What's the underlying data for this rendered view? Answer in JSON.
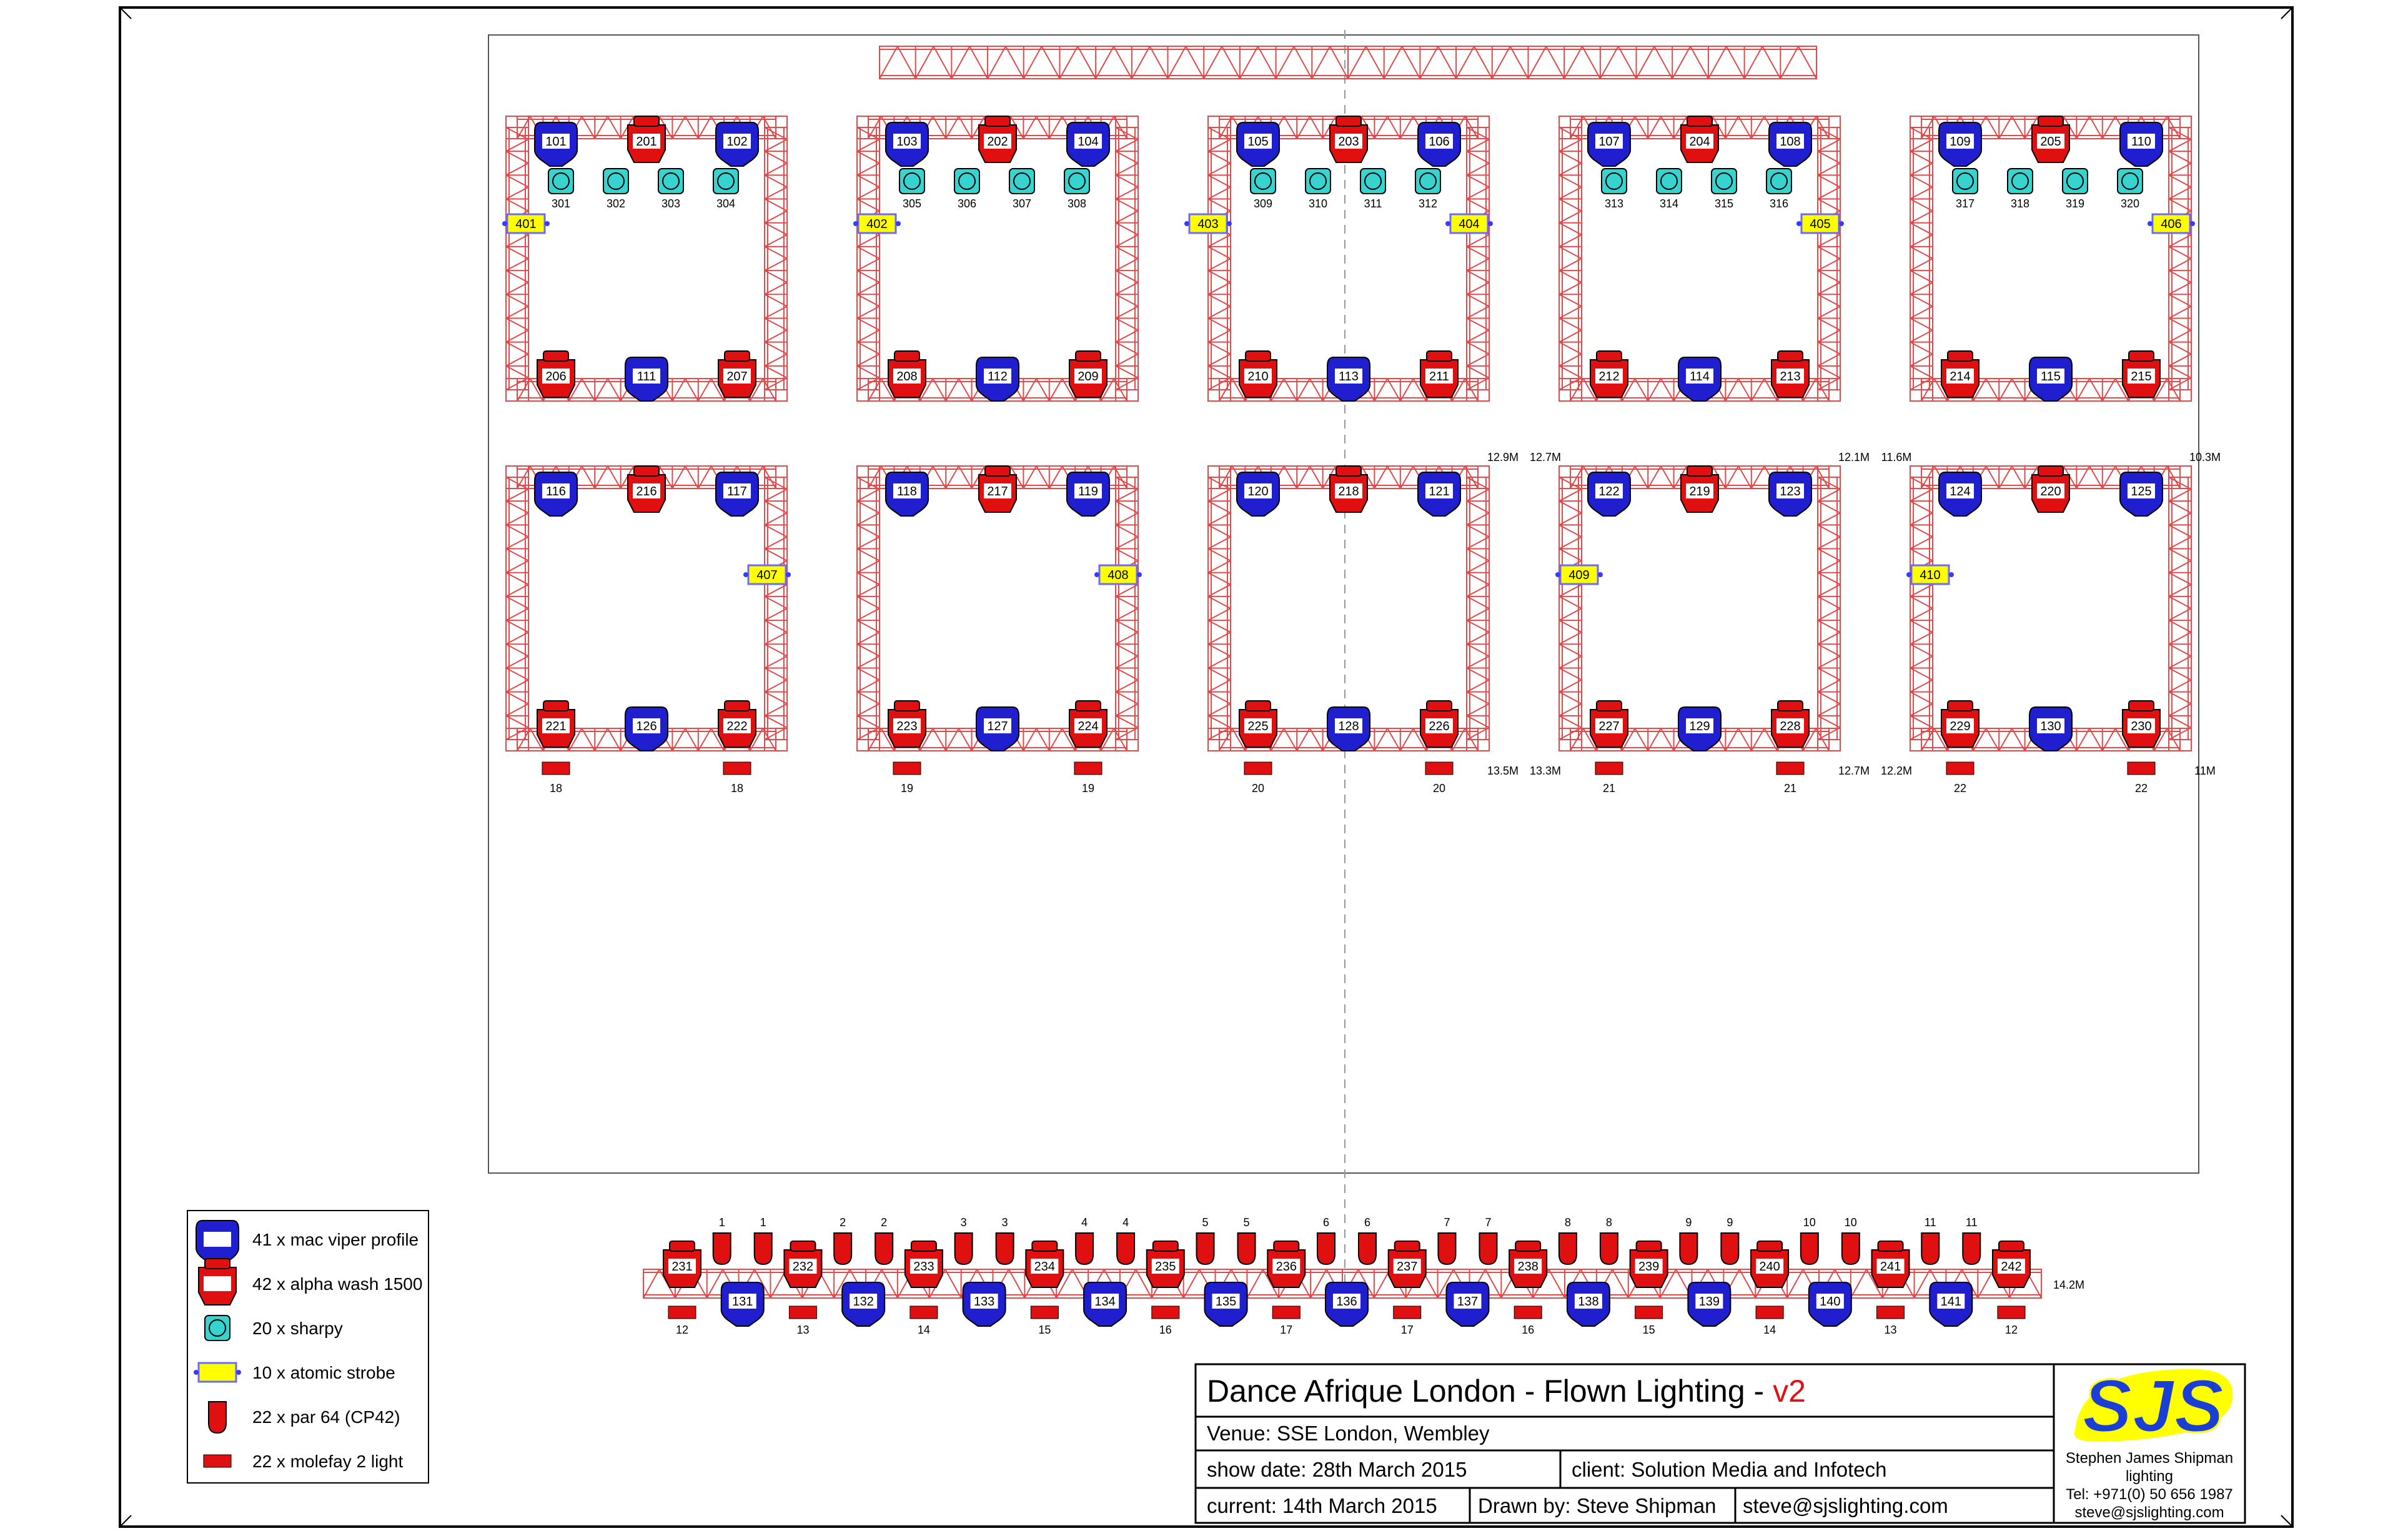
{
  "title_block": {
    "title": "Dance Afrique London - Flown Lighting - ",
    "version": "v2",
    "venue": "Venue: SSE London, Wembley",
    "show_date": "show date: 28th March 2015",
    "client": "client: Solution Media and Infotech",
    "current": "current: 14th March 2015",
    "drawn_by": "Drawn by: Steve Shipman",
    "email": "steve@sjslighting.com",
    "company": {
      "logo_text": "SJS",
      "name_line1": "Stephen James Shipman",
      "name_line2": "lighting",
      "tel": "Tel: +971(0) 50 656 1987",
      "email": "steve@sjslighting.com"
    }
  },
  "legend": [
    {
      "type": "viper",
      "label": "41 x mac viper profile"
    },
    {
      "type": "alpha",
      "label": "42 x alpha wash 1500"
    },
    {
      "type": "sharpy",
      "label": "20 x sharpy"
    },
    {
      "type": "strobe",
      "label": "10 x atomic strobe"
    },
    {
      "type": "par",
      "label": "22 x par 64 (CP42)"
    },
    {
      "type": "molefay",
      "label": "22 x molefay 2 light"
    }
  ],
  "colors": {
    "truss": "#e04a4a",
    "viper": "#1f1fd0",
    "alpha": "#e01010",
    "sharpy": "#37d3cf",
    "strobe": "#ffff00",
    "version": "#e01010",
    "logo_blue": "#1a3fd6",
    "logo_yellow": "#ffff00"
  },
  "pods": [
    {
      "id": 1,
      "top": [
        "101",
        "201",
        "102"
      ],
      "bottom": [
        "206",
        "111",
        "207"
      ],
      "sharpies": [
        "301",
        "302",
        "303",
        "304"
      ],
      "strobes": [
        {
          "id": "401",
          "side": "left"
        }
      ]
    },
    {
      "id": 2,
      "top": [
        "103",
        "202",
        "104"
      ],
      "bottom": [
        "208",
        "112",
        "209"
      ],
      "sharpies": [
        "305",
        "306",
        "307",
        "308"
      ],
      "strobes": [
        {
          "id": "402",
          "side": "left"
        }
      ]
    },
    {
      "id": 3,
      "top": [
        "105",
        "203",
        "106"
      ],
      "bottom": [
        "210",
        "113",
        "211"
      ],
      "sharpies": [
        "309",
        "310",
        "311",
        "312"
      ],
      "strobes": [
        {
          "id": "403",
          "side": "outer-left"
        },
        {
          "id": "404",
          "side": "right"
        }
      ]
    },
    {
      "id": 4,
      "top": [
        "107",
        "204",
        "108"
      ],
      "bottom": [
        "212",
        "114",
        "213"
      ],
      "sharpies": [
        "313",
        "314",
        "315",
        "316"
      ],
      "strobes": [
        {
          "id": "405",
          "side": "right"
        }
      ]
    },
    {
      "id": 5,
      "top": [
        "109",
        "205",
        "110"
      ],
      "bottom": [
        "214",
        "115",
        "215"
      ],
      "sharpies": [
        "317",
        "318",
        "319",
        "320"
      ],
      "strobes": [
        {
          "id": "406",
          "side": "right"
        }
      ]
    },
    {
      "id": 6,
      "top": [
        "116",
        "216",
        "117"
      ],
      "bottom": [
        "221",
        "126",
        "222"
      ],
      "strobes": [
        {
          "id": "407",
          "side": "right"
        }
      ],
      "molefay": [
        "18",
        "18"
      ]
    },
    {
      "id": 7,
      "top": [
        "118",
        "217",
        "119"
      ],
      "bottom": [
        "223",
        "127",
        "224"
      ],
      "strobes": [
        {
          "id": "408",
          "side": "right"
        }
      ],
      "molefay": [
        "19",
        "19"
      ]
    },
    {
      "id": 8,
      "top": [
        "120",
        "218",
        "121"
      ],
      "bottom": [
        "225",
        "128",
        "226"
      ],
      "strobes": [],
      "molefay": [
        "20",
        "20"
      ],
      "heights": {
        "tr": "12.9M",
        "br": "13.5M"
      }
    },
    {
      "id": 9,
      "top": [
        "122",
        "219",
        "123"
      ],
      "bottom": [
        "227",
        "129",
        "228"
      ],
      "strobes": [
        {
          "id": "409",
          "side": "left"
        }
      ],
      "molefay": [
        "21",
        "21"
      ],
      "heights": {
        "tl": "12.7M",
        "tr": "12.1M",
        "bl": "13.3M",
        "br": "12.7M"
      }
    },
    {
      "id": 10,
      "top": [
        "124",
        "220",
        "125"
      ],
      "bottom": [
        "229",
        "130",
        "230"
      ],
      "strobes": [
        {
          "id": "410",
          "side": "left"
        }
      ],
      "molefay": [
        "22",
        "22"
      ],
      "heights": {
        "tl": "11.6M",
        "tr": "10.3M",
        "bl": "12.2M",
        "br": "11M"
      }
    }
  ],
  "front_truss": {
    "height": "14.2M",
    "alphas": [
      "231",
      "232",
      "233",
      "234",
      "235",
      "236",
      "237",
      "238",
      "239",
      "240",
      "241",
      "242"
    ],
    "vipers": [
      "131",
      "132",
      "133",
      "134",
      "135",
      "136",
      "137",
      "138",
      "139",
      "140",
      "141"
    ],
    "pars": [
      "1",
      "1",
      "2",
      "2",
      "3",
      "3",
      "4",
      "4",
      "5",
      "5",
      "6",
      "6",
      "7",
      "7",
      "8",
      "8",
      "9",
      "9",
      "10",
      "10",
      "11",
      "11"
    ],
    "molefay": [
      "12",
      "13",
      "14",
      "15",
      "16",
      "17",
      "17",
      "16",
      "15",
      "14",
      "13",
      "12"
    ]
  }
}
